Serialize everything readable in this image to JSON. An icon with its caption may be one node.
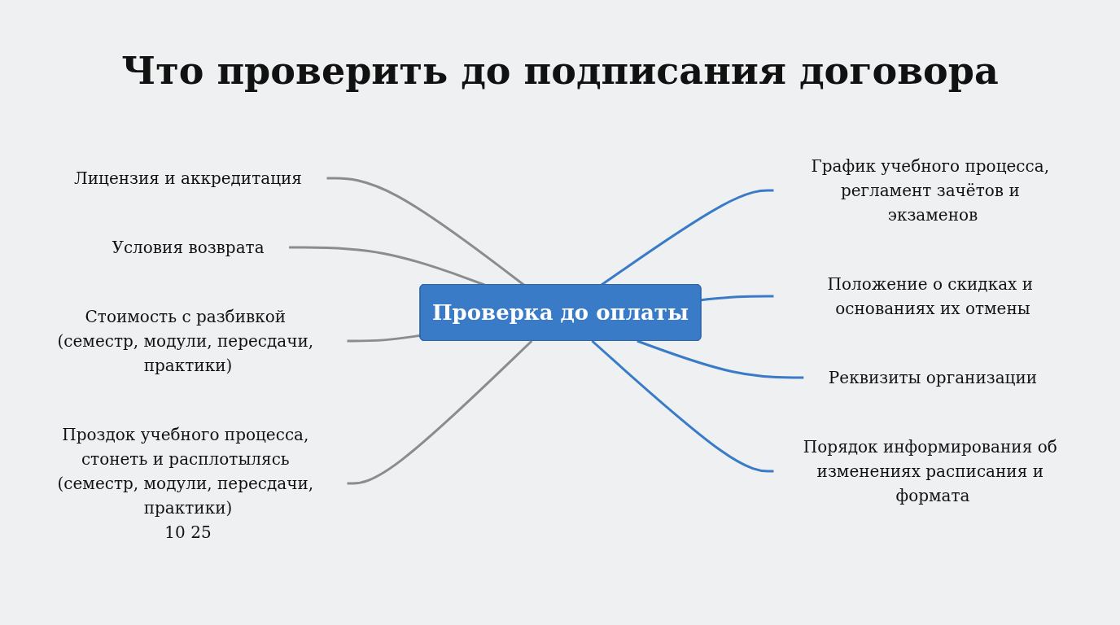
{
  "diagram": {
    "title": "Что проверить до подписания договора",
    "nodes": [
      {
        "text": [
          "Проверка до оплаты"
        ]
      },
      {
        "text": [
          "Лицензия и аккредитация"
        ]
      },
      {
        "text": [
          "Условия возврата"
        ]
      },
      {
        "text": [
          "Стоимость с разбивкой (семестр, модули, пересдачи, практики)"
        ]
      },
      {
        "text": [
          "Проздок учебного процесса, стонеть и расплотылясь (семестр, модули, пересдачи, практики)",
          "10 25"
        ]
      },
      {
        "text": [
          "График учебного процесса, регламент зачётов и экзаменов"
        ]
      },
      {
        "text": [
          "Положение о скидках и основаниях их отмены"
        ]
      },
      {
        "text": [
          "Реквизиты организации"
        ]
      },
      {
        "text": [
          "Порядок информирования об изменениях расписания и формата"
        ]
      }
    ],
    "edges": [
      {
        "from": 1,
        "to": 0,
        "arrow": "none",
        "color": "#8c8c8c"
      },
      {
        "from": 2,
        "to": 0,
        "arrow": "none",
        "color": "#8c8c8c"
      },
      {
        "from": 3,
        "to": 0,
        "arrow": "none",
        "color": "#8c8c8c"
      },
      {
        "from": 4,
        "to": 0,
        "arrow": "none",
        "color": "#8c8c8c"
      },
      {
        "from": 0,
        "to": 5,
        "arrow": "none",
        "color": "#3a7bc8"
      },
      {
        "from": 0,
        "to": 6,
        "arrow": "none",
        "color": "#3a7bc8"
      },
      {
        "from": 0,
        "to": 7,
        "arrow": "none",
        "color": "#3a7bc8"
      },
      {
        "from": 0,
        "to": 8,
        "arrow": "none",
        "color": "#3a7bc8"
      }
    ]
  }
}
